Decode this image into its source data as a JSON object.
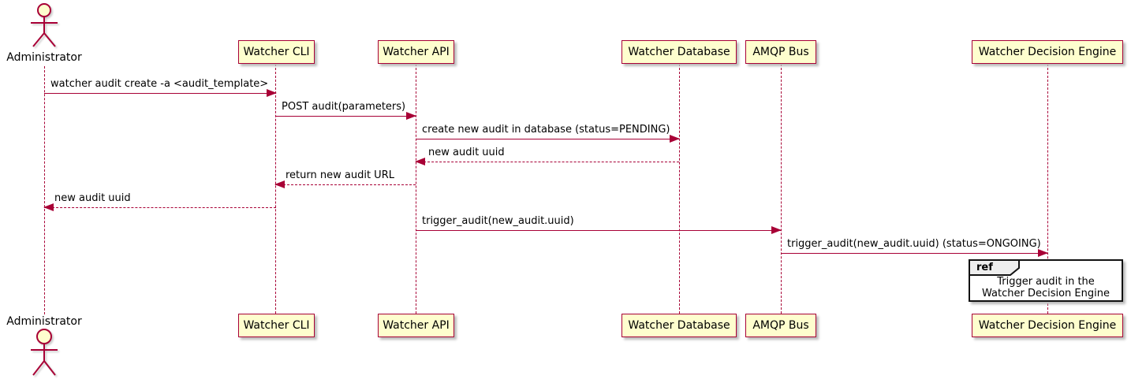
{
  "diagram": {
    "type": "sequence-diagram",
    "tool_style": "plantuml",
    "colors": {
      "participant_fill": "#FEFECE",
      "participant_border": "#A80036",
      "lifeline": "#A80036",
      "arrow": "#A80036",
      "text": "#000000",
      "ref_border": "#121212",
      "ref_header_fill": "#EEEEEE",
      "background": "#FFFFFF"
    }
  },
  "participants": [
    {
      "label": "Administrator",
      "type": "actor"
    },
    {
      "label": "Watcher CLI",
      "type": "participant"
    },
    {
      "label": "Watcher API",
      "type": "participant"
    },
    {
      "label": "Watcher Database",
      "type": "participant"
    },
    {
      "label": "AMQP Bus",
      "type": "participant"
    },
    {
      "label": "Watcher Decision Engine",
      "type": "participant"
    }
  ],
  "messages": [
    {
      "from": "Administrator",
      "to": "Watcher CLI",
      "text": "watcher audit create -a <audit_template>",
      "style": "solid"
    },
    {
      "from": "Watcher CLI",
      "to": "Watcher API",
      "text": "POST audit(parameters)",
      "style": "solid"
    },
    {
      "from": "Watcher API",
      "to": "Watcher Database",
      "text": "create new audit in database (status=PENDING)",
      "style": "solid"
    },
    {
      "from": "Watcher Database",
      "to": "Watcher API",
      "text": "new audit uuid",
      "style": "dashed"
    },
    {
      "from": "Watcher API",
      "to": "Watcher CLI",
      "text": "return new audit URL",
      "style": "dashed"
    },
    {
      "from": "Watcher CLI",
      "to": "Administrator",
      "text": "new audit uuid",
      "style": "dashed"
    },
    {
      "from": "Watcher API",
      "to": "AMQP Bus",
      "text": "trigger_audit(new_audit.uuid)",
      "style": "solid"
    },
    {
      "from": "AMQP Bus",
      "to": "Watcher Decision Engine",
      "text": "trigger_audit(new_audit.uuid) (status=ONGOING)",
      "style": "solid"
    }
  ],
  "ref": {
    "keyword": "ref",
    "over": "Watcher Decision Engine",
    "line1": "Trigger audit in the",
    "line2": "Watcher Decision Engine"
  }
}
